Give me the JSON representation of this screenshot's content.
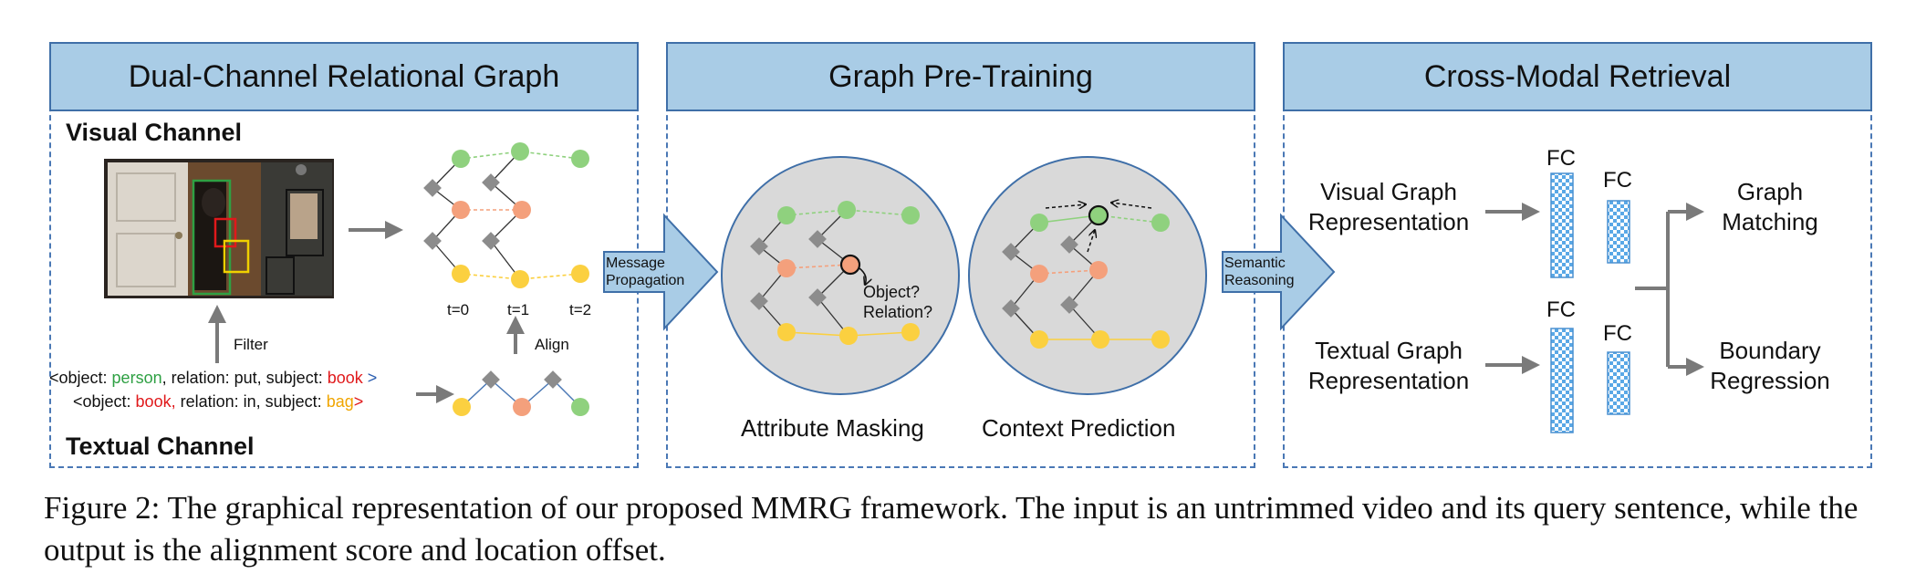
{
  "panels": {
    "left_title": "Dual-Channel Relational Graph",
    "middle_title": "Graph Pre-Training",
    "right_title": "Cross-Modal Retrieval"
  },
  "left": {
    "visual_channel": "Visual Channel",
    "textual_channel": "Textual Channel",
    "t0": "t=0",
    "t1": "t=1",
    "t2": "t=2",
    "filter": "Filter",
    "align": "Align",
    "sentence1": [
      {
        "text": "<object: ",
        "color": "#111111"
      },
      {
        "text": "person",
        "color": "#2ea043"
      },
      {
        "text": ", relation: put, subject: ",
        "color": "#111111"
      },
      {
        "text": "book",
        "color": "#e0191b"
      },
      {
        "text": " >",
        "color": "#2a5db0"
      }
    ],
    "sentence2": [
      {
        "text": "<object: ",
        "color": "#111111"
      },
      {
        "text": "book,",
        "color": "#e0191b"
      },
      {
        "text": " relation: in, subject: ",
        "color": "#111111"
      },
      {
        "text": "bag",
        "color": "#f0a500"
      },
      {
        "text": ">",
        "color": "#e0191b"
      }
    ]
  },
  "arrows": {
    "message_propagation": [
      "Message",
      "Propagation"
    ],
    "semantic_reasoning": [
      "Semantic",
      "Reasoning"
    ]
  },
  "middle": {
    "object_q": "Object?",
    "relation_q": "Relation?",
    "attribute_masking": "Attribute Masking",
    "context_prediction": "Context Prediction"
  },
  "right": {
    "visual_graph": [
      "Visual Graph",
      "Representation"
    ],
    "textual_graph": [
      "Textual Graph",
      "Representation"
    ],
    "fc": "FC",
    "graph_matching": [
      "Graph",
      "Matching"
    ],
    "boundary_regression": [
      "Boundary",
      "Regression"
    ]
  },
  "colors": {
    "green_node": "#8fd17e",
    "orange_node": "#f4a07c",
    "yellow_node": "#fbd040",
    "gray_node": "#8c8c8c",
    "panel_header": "#a9cce6",
    "arrow_fill": "#a9cce6",
    "fc_bar": "#5aa8e6"
  },
  "caption": "Figure 2: The graphical representation of our proposed MMRG framework. The input is an untrimmed video and its query sentence, while the output is the alignment score and location offset."
}
